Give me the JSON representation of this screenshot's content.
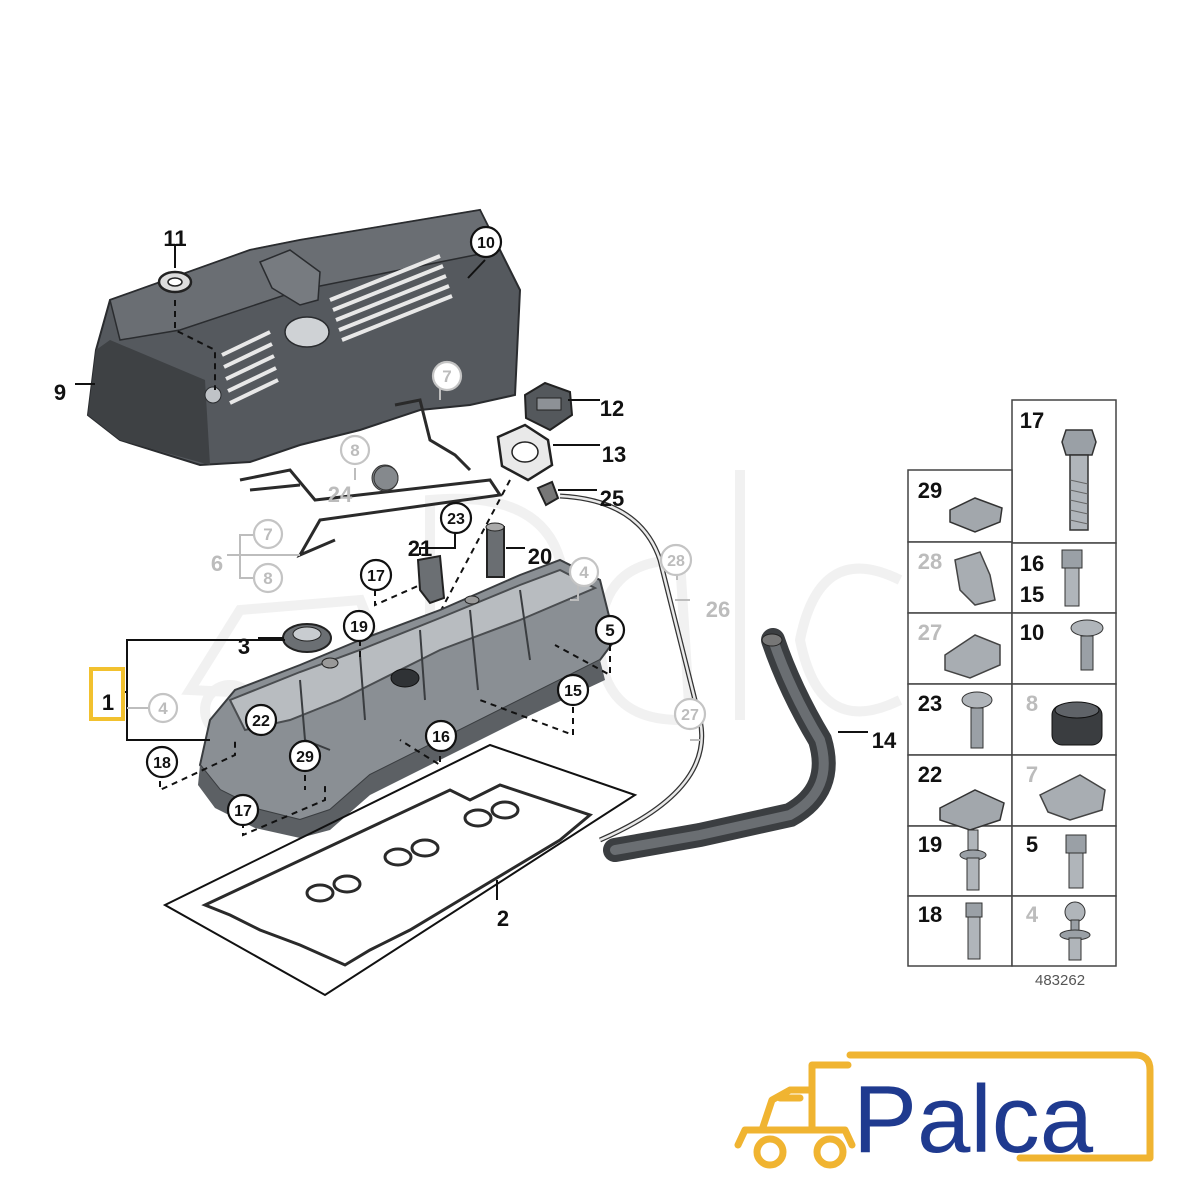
{
  "diagram": {
    "callouts": [
      {
        "id": "c1",
        "text": "1",
        "style": "plain-highlight"
      },
      {
        "id": "c2",
        "text": "2",
        "style": "plain"
      },
      {
        "id": "c3",
        "text": "3",
        "style": "plain"
      },
      {
        "id": "c4a",
        "text": "4",
        "style": "circle-grey"
      },
      {
        "id": "c4b",
        "text": "4",
        "style": "circle-grey"
      },
      {
        "id": "c5",
        "text": "5",
        "style": "circle"
      },
      {
        "id": "c6",
        "text": "6",
        "style": "plain-grey"
      },
      {
        "id": "c7a",
        "text": "7",
        "style": "circle-grey"
      },
      {
        "id": "c7b",
        "text": "7",
        "style": "circle-grey"
      },
      {
        "id": "c8a",
        "text": "8",
        "style": "circle-grey"
      },
      {
        "id": "c8b",
        "text": "8",
        "style": "circle-grey"
      },
      {
        "id": "c9",
        "text": "9",
        "style": "plain"
      },
      {
        "id": "c10",
        "text": "10",
        "style": "circle"
      },
      {
        "id": "c11",
        "text": "11",
        "style": "plain"
      },
      {
        "id": "c12",
        "text": "12",
        "style": "plain"
      },
      {
        "id": "c13",
        "text": "13",
        "style": "plain"
      },
      {
        "id": "c14",
        "text": "14",
        "style": "plain"
      },
      {
        "id": "c15",
        "text": "15",
        "style": "circle"
      },
      {
        "id": "c16",
        "text": "16",
        "style": "circle"
      },
      {
        "id": "c17a",
        "text": "17",
        "style": "circle"
      },
      {
        "id": "c17b",
        "text": "17",
        "style": "circle"
      },
      {
        "id": "c18",
        "text": "18",
        "style": "circle"
      },
      {
        "id": "c19",
        "text": "19",
        "style": "circle"
      },
      {
        "id": "c20",
        "text": "20",
        "style": "plain"
      },
      {
        "id": "c21",
        "text": "21",
        "style": "plain"
      },
      {
        "id": "c22",
        "text": "22",
        "style": "circle"
      },
      {
        "id": "c23",
        "text": "23",
        "style": "circle"
      },
      {
        "id": "c24",
        "text": "24",
        "style": "plain-grey"
      },
      {
        "id": "c25",
        "text": "25",
        "style": "plain"
      },
      {
        "id": "c26",
        "text": "26",
        "style": "plain-grey"
      },
      {
        "id": "c27",
        "text": "27",
        "style": "circle-grey"
      },
      {
        "id": "c28",
        "text": "28",
        "style": "circle-grey"
      },
      {
        "id": "c29",
        "text": "29",
        "style": "circle"
      }
    ],
    "legend_cells": [
      {
        "id": "l17",
        "text": "17",
        "grey": false
      },
      {
        "id": "l29",
        "text": "29",
        "grey": false
      },
      {
        "id": "l28",
        "text": "28",
        "grey": true
      },
      {
        "id": "l16",
        "text": "16",
        "grey": false
      },
      {
        "id": "l15",
        "text": "15",
        "grey": false
      },
      {
        "id": "l27",
        "text": "27",
        "grey": true
      },
      {
        "id": "l10",
        "text": "10",
        "grey": false
      },
      {
        "id": "l23",
        "text": "23",
        "grey": false
      },
      {
        "id": "l8",
        "text": "8",
        "grey": true
      },
      {
        "id": "l22",
        "text": "22",
        "grey": false
      },
      {
        "id": "l7",
        "text": "7",
        "grey": true
      },
      {
        "id": "l19",
        "text": "19",
        "grey": false
      },
      {
        "id": "l5",
        "text": "5",
        "grey": false
      },
      {
        "id": "l18",
        "text": "18",
        "grey": false
      },
      {
        "id": "l4",
        "text": "4",
        "grey": true
      }
    ],
    "diagram_number": "483262",
    "highlight_color": "#f2c12e"
  },
  "brand": {
    "name": "Palca",
    "text_color": "#1f3a8f",
    "icon_color": "#f0b431"
  }
}
